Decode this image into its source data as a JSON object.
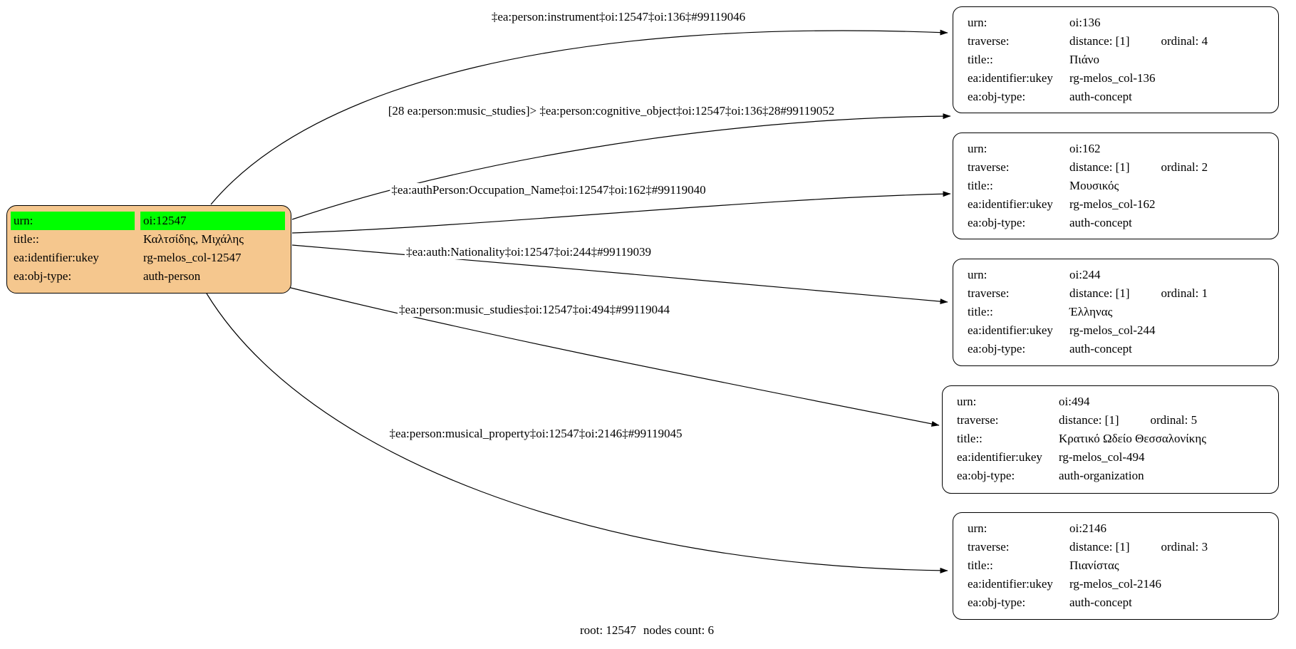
{
  "diagram": {
    "colors": {
      "root_fill": "#F5C78E",
      "highlight": "#00FF00",
      "edge": "#000000"
    },
    "field_labels": {
      "urn": "urn:",
      "traverse": "traverse:",
      "title": "title::",
      "ukey": "ea:identifier:ukey",
      "obj_type": "ea:obj-type:"
    },
    "root_node": {
      "urn": "oi:12547",
      "title": "Καλτσίδης, Μιχάλης",
      "ukey": "rg-melos_col-12547",
      "obj_type": "auth-person"
    },
    "nodes": [
      {
        "urn": "oi:136",
        "distance": "distance: [1]",
        "ordinal": "ordinal: 4",
        "title": "Πιάνο",
        "ukey": "rg-melos_col-136",
        "obj_type": "auth-concept"
      },
      {
        "urn": "oi:162",
        "distance": "distance: [1]",
        "ordinal": "ordinal: 2",
        "title": "Μουσικός",
        "ukey": "rg-melos_col-162",
        "obj_type": "auth-concept"
      },
      {
        "urn": "oi:244",
        "distance": "distance: [1]",
        "ordinal": "ordinal: 1",
        "title": "Έλληνας",
        "ukey": "rg-melos_col-244",
        "obj_type": "auth-concept"
      },
      {
        "urn": "oi:494",
        "distance": "distance: [1]",
        "ordinal": "ordinal: 5",
        "title": "Κρατικό Ωδείο Θεσσαλονίκης",
        "ukey": "rg-melos_col-494",
        "obj_type": "auth-organization"
      },
      {
        "urn": "oi:2146",
        "distance": "distance: [1]",
        "ordinal": "ordinal: 3",
        "title": "Πιανίστας",
        "ukey": "rg-melos_col-2146",
        "obj_type": "auth-concept"
      }
    ],
    "edge_labels": [
      "‡ea:person:instrument‡oi:12547‡oi:136‡#99119046",
      "[28 ea:person:music_studies]> ‡ea:person:cognitive_object‡oi:12547‡oi:136‡28#99119052",
      "‡ea:authPerson:Occupation_Name‡oi:12547‡oi:162‡#99119040",
      "‡ea:auth:Nationality‡oi:12547‡oi:244‡#99119039",
      "‡ea:person:music_studies‡oi:12547‡oi:494‡#99119044",
      "‡ea:person:musical_property‡oi:12547‡oi:2146‡#99119045"
    ],
    "footer": {
      "root": "root: 12547",
      "count": "nodes count: 6"
    }
  }
}
